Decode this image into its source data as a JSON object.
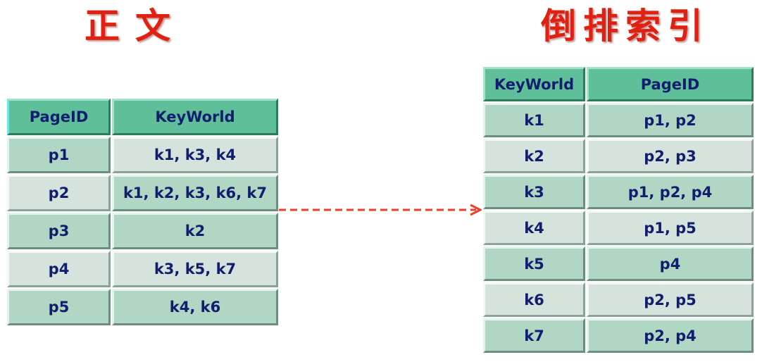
{
  "titles": {
    "left": "正文",
    "right": "倒排索引"
  },
  "forward_index": {
    "headers": [
      "PageID",
      "KeyWorld"
    ],
    "rows": [
      [
        "p1",
        "k1, k3, k4"
      ],
      [
        "p2",
        "k1, k2, k3, k6, k7"
      ],
      [
        "p3",
        "k2"
      ],
      [
        "p4",
        "k3, k5, k7"
      ],
      [
        "p5",
        "k4, k6"
      ]
    ]
  },
  "inverted_index": {
    "headers": [
      "KeyWorld",
      "PageID"
    ],
    "rows": [
      [
        "k1",
        "p1, p2"
      ],
      [
        "k2",
        "p2, p3"
      ],
      [
        "k3",
        "p1, p2, p4"
      ],
      [
        "k4",
        "p1, p5"
      ],
      [
        "k5",
        "p4"
      ],
      [
        "k6",
        "p2, p5"
      ],
      [
        "k7",
        "p2, p4"
      ]
    ]
  },
  "colors": {
    "title_red": "#e02010",
    "header_green": "#5fbf98",
    "row_dark": "#b0d6c4",
    "row_light": "#d5e3dc",
    "text_navy": "#111d6e",
    "arrow_red": "#e8402a"
  },
  "connector": {
    "style": "dashed",
    "direction": "left-to-right"
  }
}
